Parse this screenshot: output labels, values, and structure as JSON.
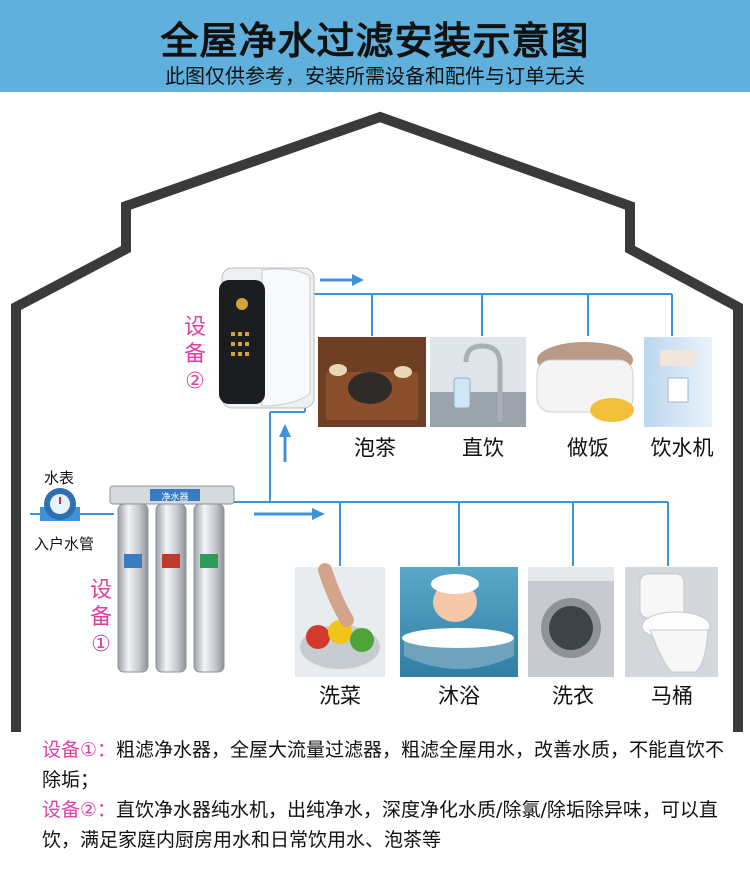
{
  "header": {
    "title": "全屋净水过滤安装示意图",
    "subtitle": "此图仅供参考，安装所需设备和配件与订单无关"
  },
  "meter": {
    "label": "水表",
    "inlet_label": "入户水管"
  },
  "device1": {
    "label_line1": "设",
    "label_line2": "备",
    "label_line3": "①",
    "panel_text": "净水器"
  },
  "device2": {
    "label_line1": "设",
    "label_line2": "备",
    "label_line3": "②"
  },
  "outlets_upper": [
    {
      "label": "泡茶",
      "image": "tea-photo"
    },
    {
      "label": "直饮",
      "image": "faucet-photo"
    },
    {
      "label": "做饭",
      "image": "rice-cooker-photo"
    },
    {
      "label": "饮水机",
      "image": "water-dispenser-photo"
    }
  ],
  "outlets_lower": [
    {
      "label": "洗菜",
      "image": "vegetables-photo"
    },
    {
      "label": "沐浴",
      "image": "bath-photo"
    },
    {
      "label": "洗衣",
      "image": "washing-machine-photo"
    },
    {
      "label": "马桶",
      "image": "toilet-photo"
    }
  ],
  "notes": [
    {
      "tag": "设备①：",
      "text": "粗滤净水器，全屋大流量过滤器，粗滤全屋用水，改善水质，不能直饮不除垢；"
    },
    {
      "tag": "设备②：",
      "text": "直饮净水器纯水机，出纯净水，深度净化水质/除氯/除垢除异味，可以直饮，满足家庭内厨房用水和日常饮用水、泡茶等"
    }
  ],
  "colors": {
    "banner": "#5fb0dd",
    "pipe": "#3f93d6",
    "house_outline": "#3a3a3a",
    "device_label": "#e23ea6"
  }
}
